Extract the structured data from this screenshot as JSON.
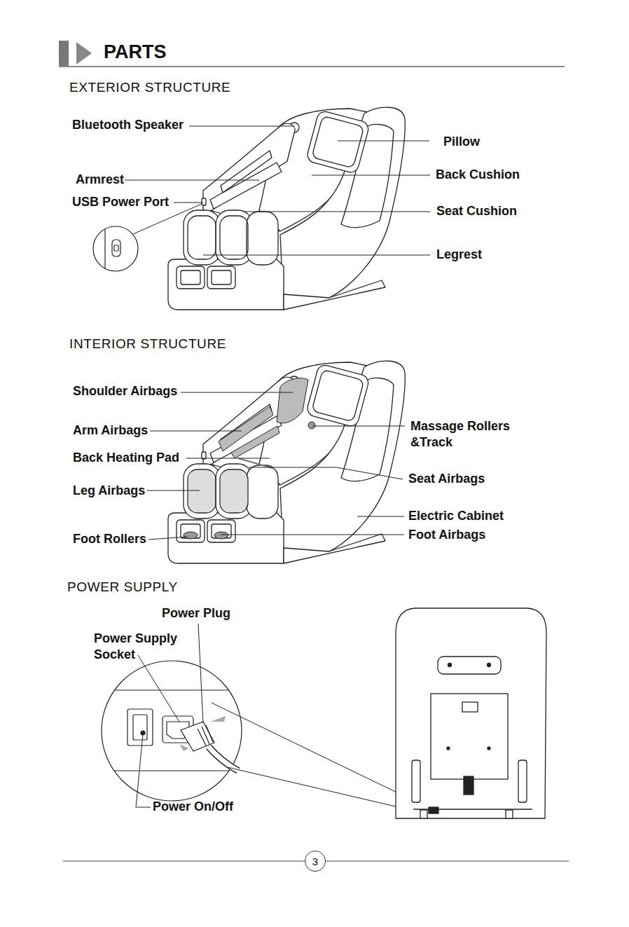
{
  "diagram": {
    "title": "PARTS",
    "nodes": [
      {
        "text": [
          "3"
        ]
      }
    ],
    "labels": [
      "EXTERIOR STRUCTURE",
      "Bluetooth Speaker",
      "Pillow",
      "Armrest",
      "Back Cushion",
      "USB Power Port",
      "Seat Cushion",
      "Legrest",
      "INTERIOR STRUCTURE",
      "Shoulder Airbags",
      "Arm Airbags",
      "Massage Rollers &Track",
      "Back Heating Pad",
      "Seat Airbags",
      "Leg Airbags",
      "Electric Cabinet",
      "Foot Rollers",
      "Foot Airbags",
      "POWER SUPPLY",
      "Power Plug",
      "Power Supply Socket",
      "Power On/Off"
    ]
  }
}
